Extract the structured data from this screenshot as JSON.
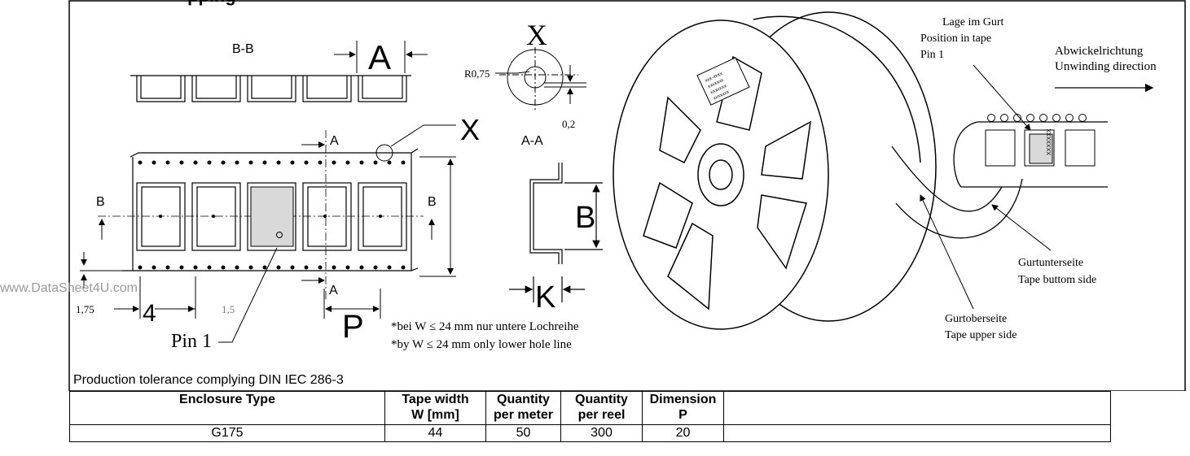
{
  "heading": "pping",
  "watermark": "www.DataSheet4U.com",
  "labels": {
    "bb": "B-B",
    "a_big": "A",
    "a_small": "A",
    "a_small_bottom": "A",
    "aa": "A-A",
    "x_detail": "X",
    "x_big": "X",
    "r075": "R0,75",
    "d02": "0,2",
    "b_left": "B",
    "b_right": "B",
    "b_big": "B",
    "k_big": "K",
    "p_big": "P",
    "d175": "1,75",
    "d4": "4",
    "d15": "1,5",
    "pin1": "Pin 1",
    "note_de": "*bei W ≤ 24 mm nur untere Lochreihe",
    "note_en": "*by W ≤ 24 mm only lower hole line",
    "lage_de": "Lage im Gurt",
    "lage_en": "Position in tape",
    "lage_pin": "Pin 1",
    "unwind_de": "Abwickelrichtung",
    "unwind_en": "Unwinding direction",
    "bottom_de": "Gurtunterseite",
    "bottom_en": "Tape buttom side",
    "upper_de": "Gurtoberseite",
    "upper_en": "Tape upper side",
    "reel_label": [
      "xxx-xxxx",
      "xxxxxxx",
      "xxxxxxx",
      "xxxxxxx"
    ],
    "chip_text": "XXXXXXX"
  },
  "tolerance": "Production tolerance complying  DIN IEC 286-3",
  "table": {
    "headers": [
      [
        "Enclosure Type",
        ""
      ],
      [
        "Tape width",
        "W [mm]"
      ],
      [
        "Quantity",
        "per meter"
      ],
      [
        "Quantity",
        "per reel"
      ],
      [
        "Dimension",
        "P"
      ],
      [
        "",
        ""
      ]
    ],
    "rows": [
      [
        "G175",
        "44",
        "50",
        "300",
        "20",
        ""
      ]
    ]
  }
}
